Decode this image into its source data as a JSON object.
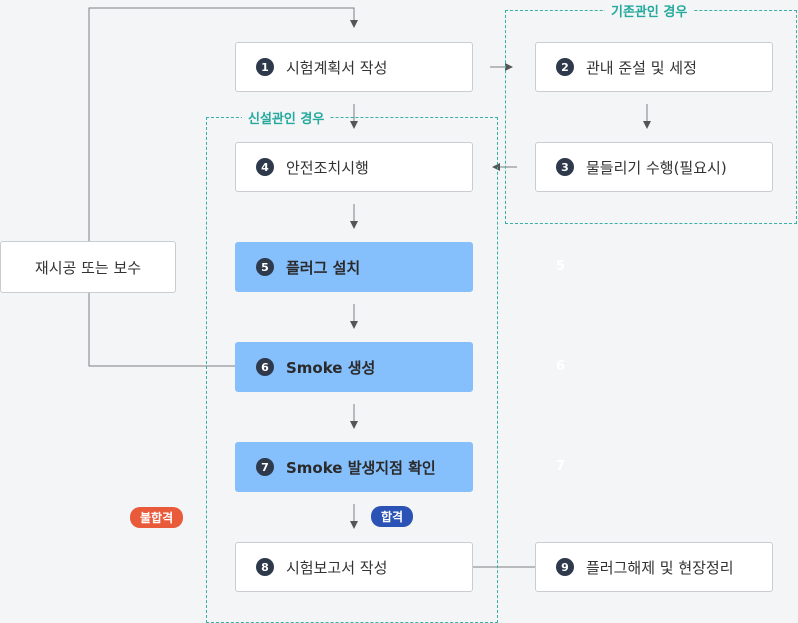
{
  "groups": {
    "existing": "기존관인 경우",
    "new": "신설관인 경우"
  },
  "steps": [
    {
      "num": "1",
      "label": "시험계획서 작성"
    },
    {
      "num": "2",
      "label": "관내 준설 및 세정"
    },
    {
      "num": "3",
      "label": "물들리기 수행(필요시)"
    },
    {
      "num": "4",
      "label": "안전조치시행"
    },
    {
      "num": "5",
      "label": "플러그 설치"
    },
    {
      "num": "6",
      "label": "Smoke 생성"
    },
    {
      "num": "7",
      "label": "Smoke 발생지점 확인"
    },
    {
      "num": "8",
      "label": "시험보고서 작성"
    },
    {
      "num": "9",
      "label": "플러그해제 및 현장정리"
    }
  ],
  "rework": "재시공 또는 보수",
  "ghost_numbers": [
    "5",
    "6",
    "7"
  ],
  "badges": {
    "fail": "불합격",
    "pass": "합격"
  },
  "colors": {
    "highlight_box": "#85bffc",
    "number_circle": "#2e3a4c",
    "dashed_group": "#3ab0a5",
    "fail_badge": "#e85a3a",
    "pass_badge": "#2a53b5"
  }
}
